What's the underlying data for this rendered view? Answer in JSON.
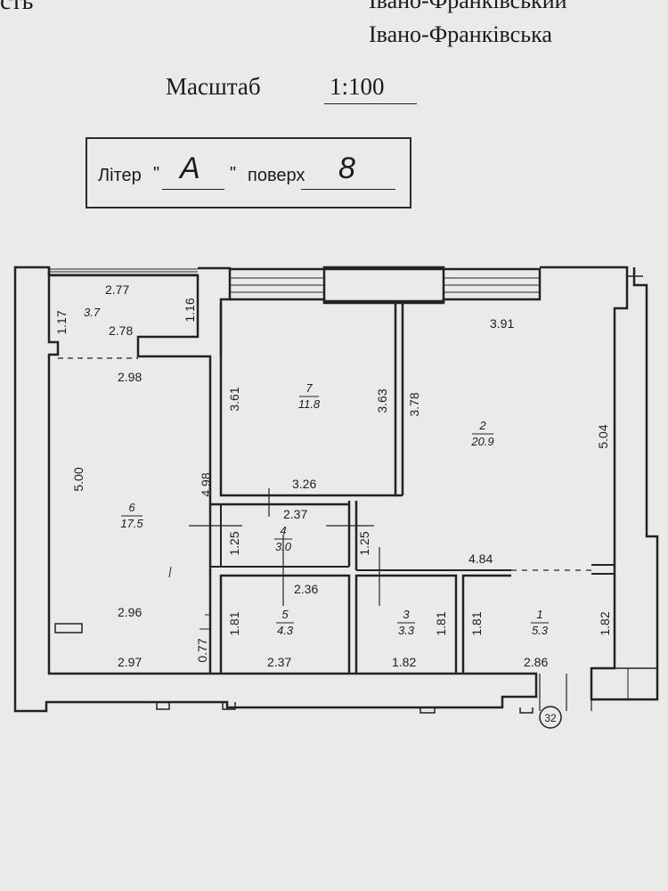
{
  "header": {
    "left_fragment": "сть",
    "region": "Івано-Франківський",
    "city": "Івано-Франківська"
  },
  "scale": {
    "label": "Масштаб",
    "value": "1:100"
  },
  "stamp": {
    "letter_label": "Літер",
    "quote_open": "\"",
    "letter": "А",
    "quote_close": "\"",
    "floor_label": "поверх",
    "floor": "8"
  },
  "rooms": [
    {
      "number": "1",
      "area": "5.3"
    },
    {
      "number": "2",
      "area": "20.9"
    },
    {
      "number": "3",
      "area": "3.3"
    },
    {
      "number": "4",
      "area": "3.0"
    },
    {
      "number": "5",
      "area": "4.3"
    },
    {
      "number": "6",
      "area": "17.5"
    },
    {
      "number": "7",
      "area": "11.8"
    }
  ],
  "balcony": {
    "area": "3.7"
  },
  "dimensions": [
    "1.17",
    "2.77",
    "2.78",
    "1.16",
    "3.91",
    "2.98",
    "3.61",
    "3.63",
    "3.78",
    "5.00",
    "5.04",
    "4.98",
    "3.26",
    "2.37",
    "1.25",
    "1.25",
    "4.84",
    "2.36",
    "1.81",
    "1.81",
    "1.81",
    "1.82",
    "2.96",
    "0.77",
    "2.97",
    "2.37",
    "1.82",
    "2.86"
  ],
  "marker": "32"
}
